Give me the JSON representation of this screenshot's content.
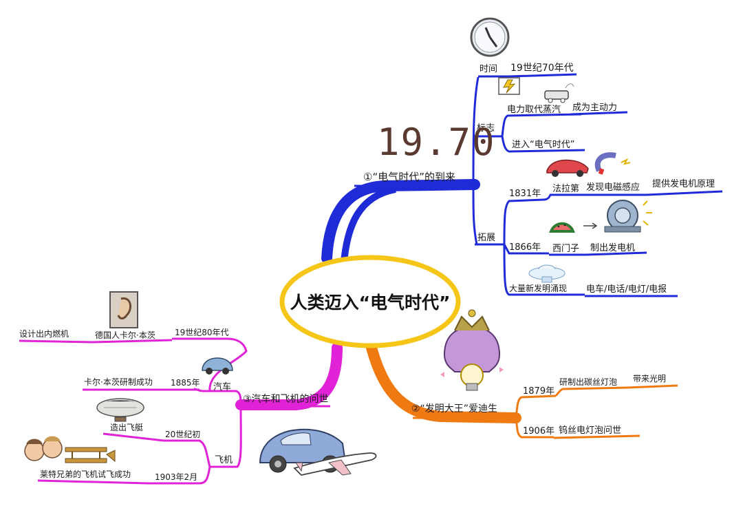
{
  "center": {
    "title": "人类迈入“电气时代”"
  },
  "year_big": "19.70",
  "branch1": {
    "label": "①“电气时代”的到来",
    "color": "#1f2bd6",
    "time": {
      "label": "时间",
      "value": "19世纪70年代"
    },
    "mark": {
      "label": "标志",
      "item1": "电力取代蒸汽",
      "item1b": "成为主动力",
      "item2": "进入“电气时代”"
    },
    "expand": {
      "label": "拓展",
      "y1831": "1831年",
      "faraday": "法拉第",
      "induction": "发现电磁感应",
      "principle": "提供发电机原理",
      "y1866": "1866年",
      "siemens": "西门子",
      "generator": "制出发电机",
      "inventions": "大量新发明涌现",
      "list": "电车/电话/电灯/电报"
    }
  },
  "branch2": {
    "label": "②“发明大王”爱迪生",
    "color": "#f07a12",
    "y1879": "1879年",
    "carbon": "研制出碳丝灯泡",
    "light": "带来光明",
    "y1906": "1906年",
    "tungsten": "钨丝电灯泡问世"
  },
  "branch3": {
    "label": "③汽车和飞机的问世",
    "color": "#e023d6",
    "car": "汽车",
    "plane": "飞机",
    "y1880s": "19世纪80年代",
    "benz_de": "德国人卡尔·本茨",
    "engine": "设计出内燃机",
    "y1885": "1885年",
    "benz_car": "卡尔·本茨研制成功",
    "c20": "20世纪初",
    "airship": "造出飞艇",
    "y1903": "1903年2月",
    "wright": "莱特兄弟的飞机试飞成功"
  },
  "icons": [
    "clock-icon",
    "lightning-icon",
    "train-icon",
    "race-car-icon",
    "magnet-icon",
    "watermelon-icon",
    "generator-icon",
    "cloud-icon",
    "crown-bulb-icon",
    "ear-icon",
    "small-car-icon",
    "airship-icon",
    "biplane-icon",
    "wright-brothers-icon",
    "big-car-icon",
    "airplane-icon"
  ]
}
